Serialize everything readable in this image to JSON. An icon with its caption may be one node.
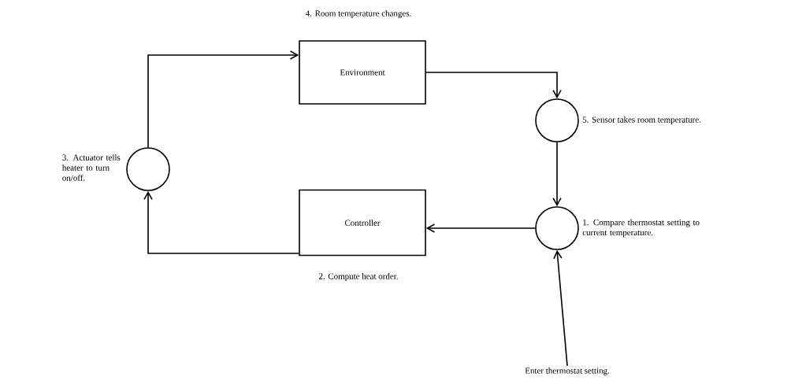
{
  "diagram": {
    "nodes": [
      {
        "text": [
          "Environment"
        ],
        "beside": [
          "4. Room temperature changes."
        ]
      },
      {
        "text": [
          "Controller"
        ],
        "beside": [
          "2. Compute heat order."
        ]
      },
      {
        "text": [],
        "shape": "circle",
        "beside": [
          "3. Actuator tells heater to turn on/off."
        ]
      },
      {
        "text": [],
        "shape": "circle",
        "beside": [
          "5. Sensor takes room temperature."
        ]
      },
      {
        "text": [],
        "shape": "circle",
        "beside": [
          "1. Compare thermostat setting to current temperature."
        ]
      },
      {
        "text": [
          "Enter thermostat setting."
        ]
      }
    ],
    "edges": [
      {
        "from": 2,
        "to": 0,
        "arrow": "to"
      },
      {
        "from": 0,
        "to": 3,
        "arrow": "to"
      },
      {
        "from": 3,
        "to": 4,
        "arrow": "to"
      },
      {
        "from": 4,
        "to": 1,
        "arrow": "to"
      },
      {
        "from": 1,
        "to": 2,
        "arrow": "to"
      },
      {
        "from": 5,
        "to": 4,
        "arrow": "to"
      }
    ]
  }
}
